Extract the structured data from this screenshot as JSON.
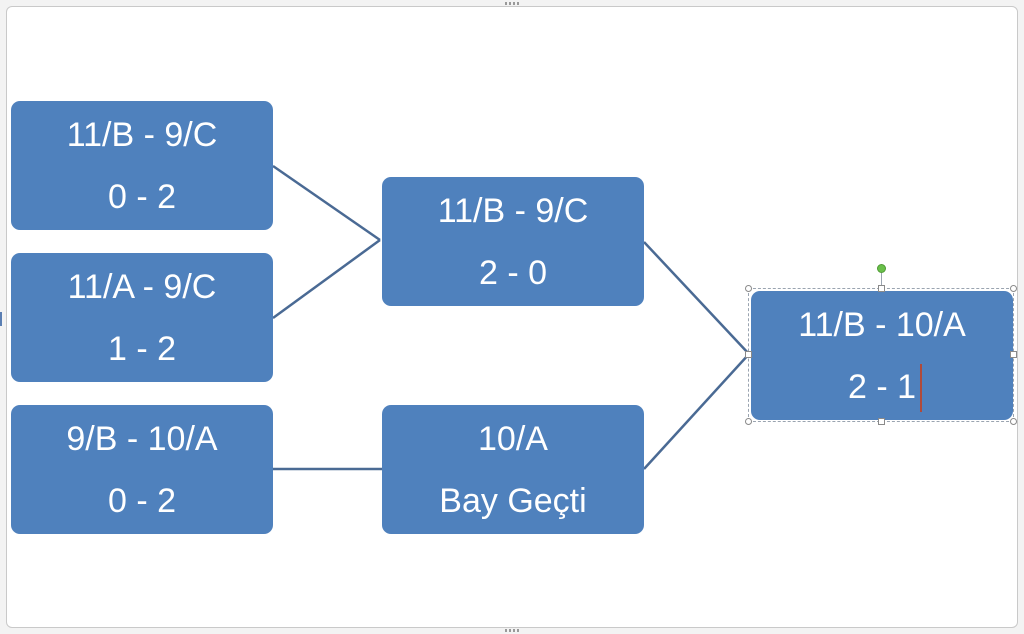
{
  "nodes": {
    "r1_m1": {
      "team": "11/B - 9/C",
      "score": "0 - 2"
    },
    "r1_m2": {
      "team": "11/A - 9/C",
      "score": "1 - 2"
    },
    "r1_m3": {
      "team": "9/B - 10/A",
      "score": "0 - 2"
    },
    "r2_m1": {
      "team": "11/B - 9/C",
      "score": "2 - 0"
    },
    "r2_m2": {
      "team": "10/A",
      "score": "Bay Geçti"
    },
    "final": {
      "team": "11/B - 10/A",
      "score": "2 - 1"
    }
  },
  "colors": {
    "node_fill": "#4f81bd",
    "node_text": "#ffffff",
    "connector": "#4a6a94",
    "selection_rotate": "#6ac04a"
  }
}
